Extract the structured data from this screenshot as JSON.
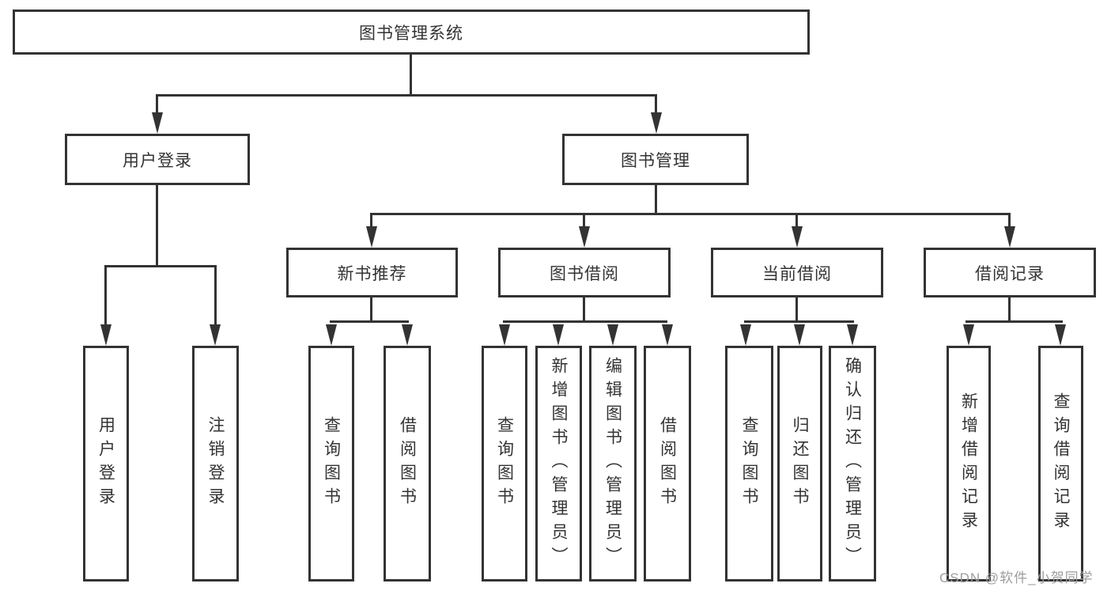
{
  "tree": {
    "root_label": "图书管理系统",
    "user_login": {
      "label": "用户登录",
      "children": [
        "用户登录",
        "注销登录"
      ]
    },
    "book_mgmt": {
      "label": "图书管理",
      "sections": [
        {
          "label": "新书推荐",
          "children": [
            "查询图书",
            "借阅图书"
          ]
        },
        {
          "label": "图书借阅",
          "children": [
            "查询图书",
            "新增图书（管理员）",
            "编辑图书（管理员）",
            "借阅图书"
          ]
        },
        {
          "label": "当前借阅",
          "children": [
            "查询图书",
            "归还图书",
            "确认归还（管理员）"
          ]
        },
        {
          "label": "借阅记录",
          "children": [
            "新增借阅记录",
            "查询借阅记录"
          ]
        }
      ]
    }
  },
  "watermark": {
    "text": "CSDN @软件_小贺同学"
  },
  "colors": {
    "line": "#333333",
    "text": "#333333",
    "background": "#ffffff",
    "watermark": "#9d9da2"
  }
}
